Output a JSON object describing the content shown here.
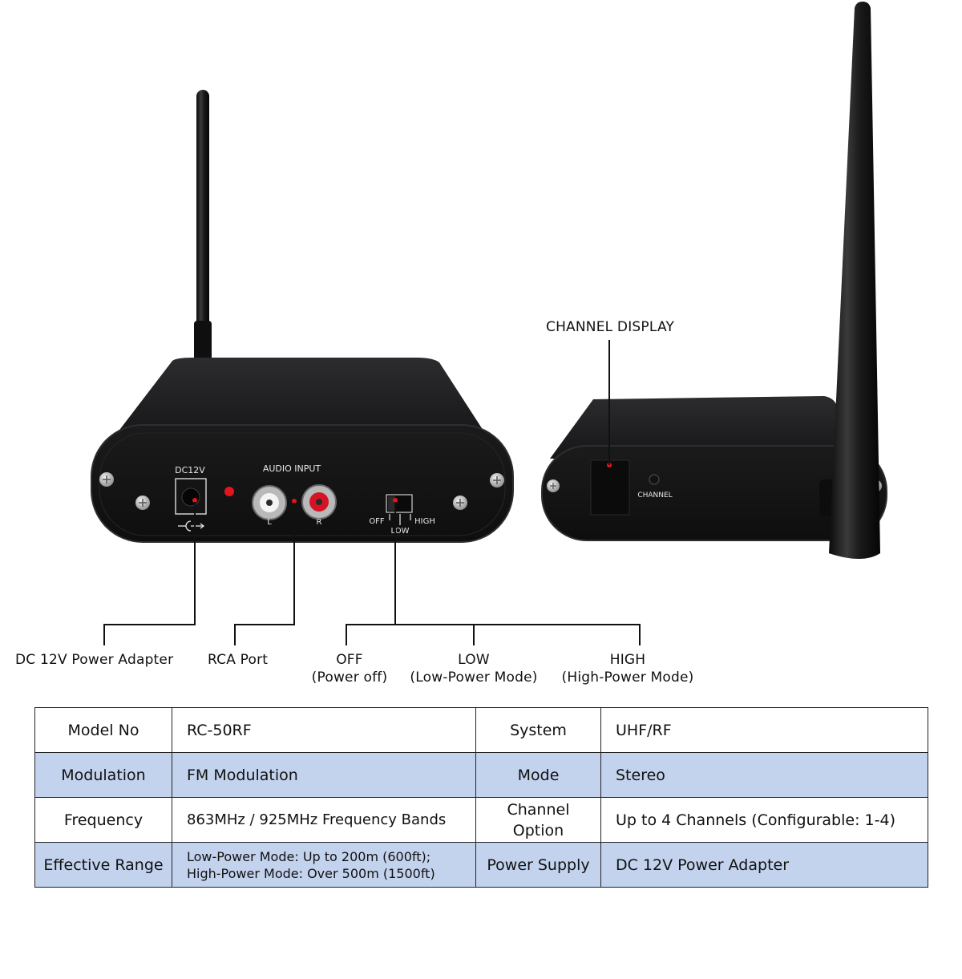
{
  "front_panel": {
    "dc_label": "DC12V",
    "audio_input_label": "AUDIO INPUT",
    "left_label": "L",
    "right_label": "R",
    "switch_off": "OFF",
    "switch_low": "LOW",
    "switch_high": "HIGH"
  },
  "side_panel": {
    "channel_label": "CHANNEL"
  },
  "callouts": {
    "channel_display": "CHANNEL DISPLAY",
    "dc_adapter": "DC 12V Power Adapter",
    "rca_port": "RCA Port",
    "off_title": "OFF",
    "off_desc": "(Power off)",
    "low_title": "LOW",
    "low_desc": "(Low-Power Mode)",
    "high_title": "HIGH",
    "high_desc": "(High-Power Mode)"
  },
  "colors": {
    "device_body": "#1d1d1f",
    "row_highlight": "#c3d3ee",
    "led_red": "#e3141b"
  },
  "spec_table": {
    "rows": [
      [
        "Model No",
        "RC-50RF",
        "System",
        "UHF/RF"
      ],
      [
        "Modulation",
        "FM Modulation",
        "Mode",
        "Stereo"
      ],
      [
        "Frequency",
        "863MHz / 925MHz Frequency Bands",
        "Channel\nOption",
        "Up to 4 Channels (Configurable: 1-4)"
      ],
      [
        "Effective Range",
        "Low-Power Mode: Up to 200m (600ft);\nHigh-Power Mode: Over 500m (1500ft)",
        "Power Supply",
        "DC 12V Power Adapter"
      ]
    ],
    "channel_option_line1": "Channel",
    "channel_option_line2": "Option",
    "range_line1": "Low-Power Mode: Up to 200m (600ft);",
    "range_line2": "High-Power Mode: Over 500m (1500ft)"
  }
}
